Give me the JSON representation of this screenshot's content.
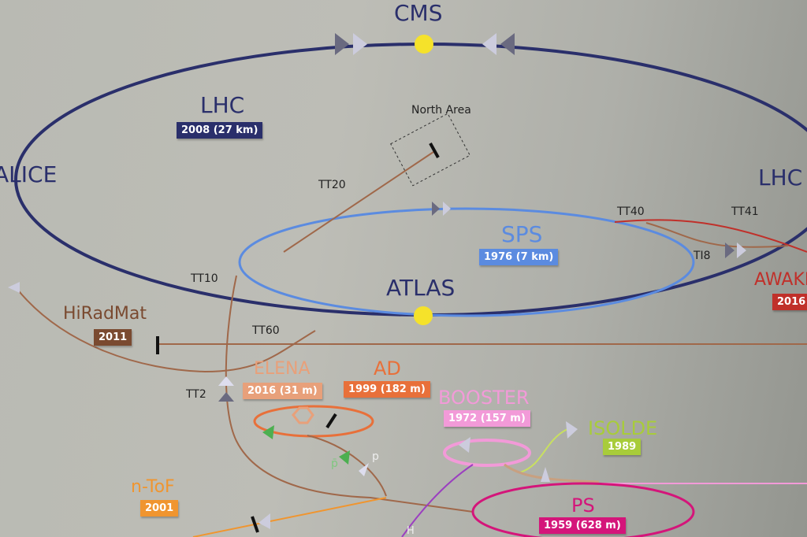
{
  "colors": {
    "lhc": "#2a2f6b",
    "sps": "#5b8be0",
    "transfer": "#a0684a",
    "awake": "#c0302a",
    "hiradmat": "#7a4a30",
    "elena": "#e8a07a",
    "ad": "#e8703a",
    "booster": "#f29ad8",
    "isolde": "#a8cc3a",
    "ntof": "#f0952f",
    "ps": "#d4157a",
    "beam": "#f5e22a"
  },
  "labels": {
    "cms": "CMS",
    "lhc": {
      "name": "LHC",
      "tag": "2008 (27 km)"
    },
    "lhc_right": "LHC",
    "alice": "ALICE",
    "north_area": "North Area",
    "tt20": "TT20",
    "tt40": "TT40",
    "tt41": "TT41",
    "ti8": "TI8",
    "tt10": "TT10",
    "tt60": "TT60",
    "tt2": "TT2",
    "sps": {
      "name": "SPS",
      "tag": "1976 (7 km)"
    },
    "atlas": "ATLAS",
    "awake": {
      "name": "AWAKE",
      "tag": "2016"
    },
    "hiradmat": {
      "name": "HiRadMat",
      "tag": "2011"
    },
    "elena": {
      "name": "ELENA",
      "tag": "2016 (31 m)"
    },
    "ad": {
      "name": "AD",
      "tag": "1999 (182 m)"
    },
    "booster": {
      "name": "BOOSTER",
      "tag": "1972 (157 m)"
    },
    "isolde": {
      "name": "ISOLDE",
      "tag": "1989"
    },
    "ntof": {
      "name": "n-ToF",
      "tag": "2001"
    },
    "ps": {
      "name": "PS",
      "tag": "1959 (628 m)"
    },
    "p": "p",
    "pbar": "p̄",
    "h": "H"
  }
}
